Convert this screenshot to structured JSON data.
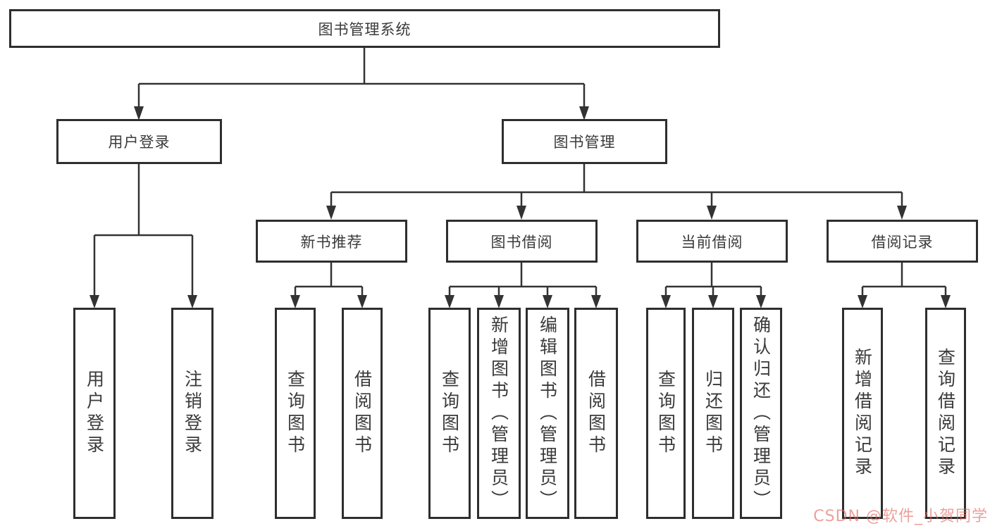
{
  "tree": {
    "root": "图书管理系统",
    "branches": [
      {
        "label": "用户登录",
        "children": [
          "用户登录",
          "注销登录"
        ]
      },
      {
        "label": "图书管理",
        "groups": [
          {
            "label": "新书推荐",
            "children": [
              "查询图书",
              "借阅图书"
            ]
          },
          {
            "label": "图书借阅",
            "children": [
              "查询图书",
              "新增图书（管理员）",
              "编辑图书（管理员）",
              "借阅图书"
            ]
          },
          {
            "label": "当前借阅",
            "children": [
              "查询图书",
              "归还图书",
              "确认归还（管理员）"
            ]
          },
          {
            "label": "借阅记录",
            "children": [
              "新增借阅记录",
              "查询借阅记录"
            ]
          }
        ]
      }
    ]
  },
  "colors": {
    "line": "#333333",
    "box_border": "#2e2e2e",
    "text": "#3a3a3a",
    "watermark": "#e06660"
  },
  "watermark": {
    "text": "CSDN @软件_小贺同学"
  }
}
